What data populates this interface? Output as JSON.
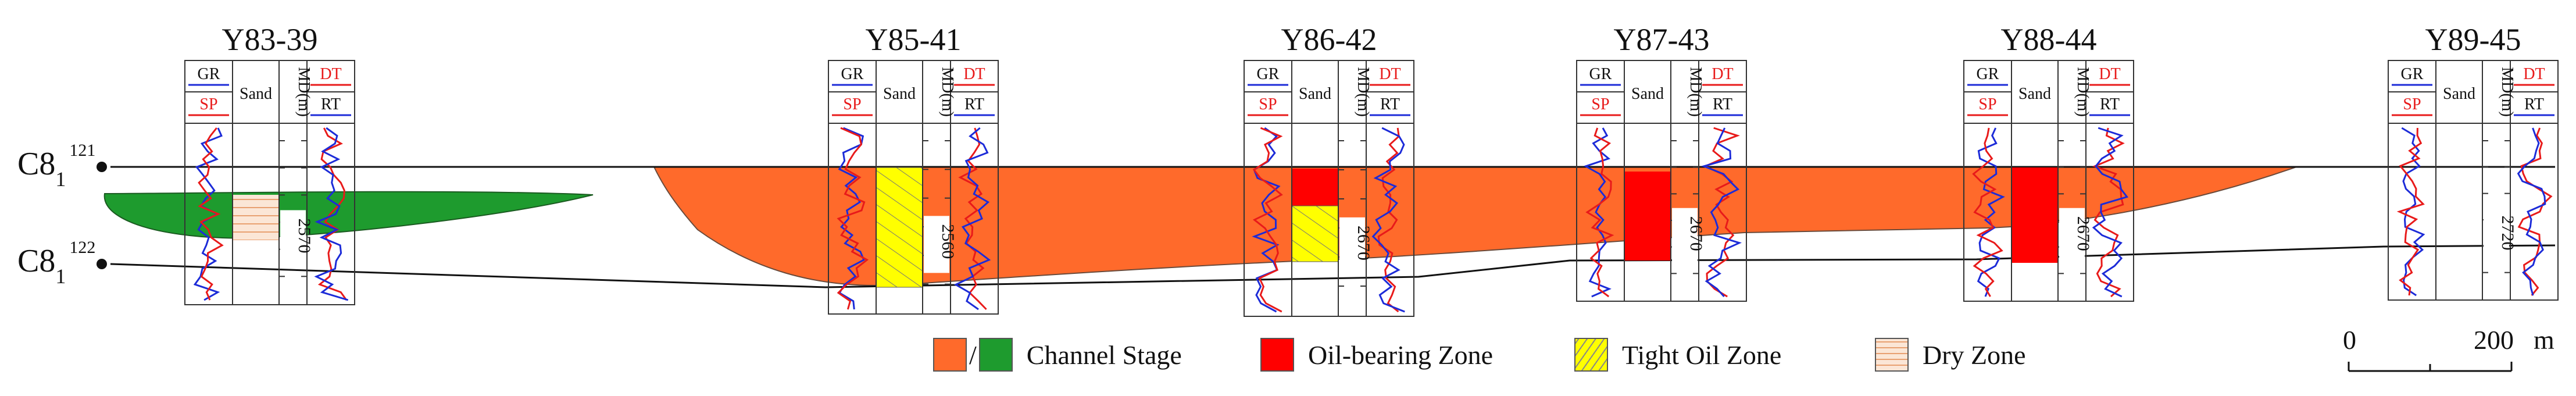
{
  "wells": [
    {
      "name": "Y83-39",
      "depth_label": "2570"
    },
    {
      "name": "Y85-41",
      "depth_label": "2560"
    },
    {
      "name": "Y86-42",
      "depth_label": "2670"
    },
    {
      "name": "Y87-43",
      "depth_label": "2670"
    },
    {
      "name": "Y88-44",
      "depth_label": "2670"
    },
    {
      "name": "Y89-45",
      "depth_label": "2720"
    }
  ],
  "track_headers": {
    "gr": "GR",
    "sp": "SP",
    "sand": "Sand",
    "md": "MD(m)",
    "dt": "DT",
    "rt": "RT"
  },
  "markers": {
    "top": {
      "base": "C8",
      "sub": "1",
      "sup": "121"
    },
    "bottom": {
      "base": "C8",
      "sub": "1",
      "sup": "122"
    }
  },
  "legend": {
    "channel_stage": "Channel Stage",
    "separator": "/",
    "oil_bearing_zone": "Oil-bearing Zone",
    "tight_oil_zone": "Tight Oil Zone",
    "dry_zone": "Dry Zone"
  },
  "scale_bar": {
    "start": "0",
    "end": "200",
    "unit": "m"
  },
  "colors": {
    "channel_orange": "#ff6a2b",
    "channel_green": "#1e9b2e",
    "oil_red": "#ff0000",
    "tight_yellow": "#ffff00",
    "dry_fill": "#fbe6d6",
    "dry_lines": "#e8a070",
    "curve_blue": "#1c2bd8",
    "curve_red": "#e81a1a"
  }
}
